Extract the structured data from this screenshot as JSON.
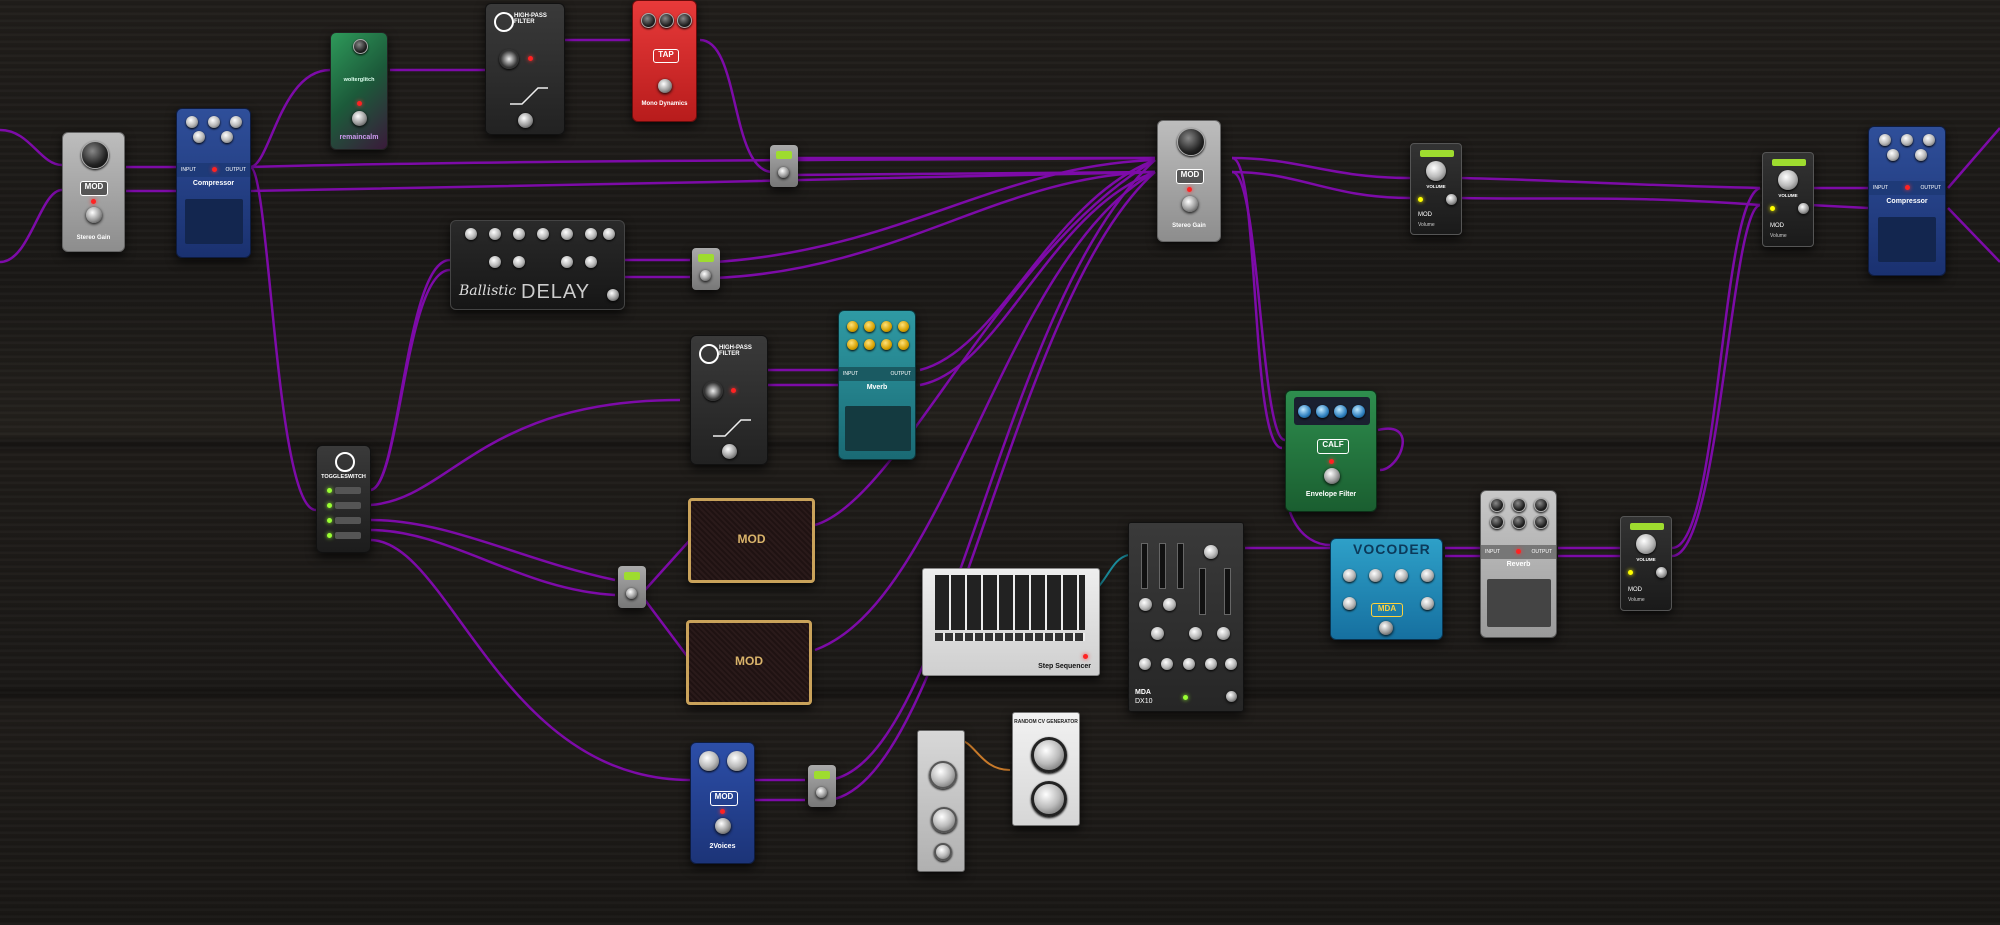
{
  "pedals": {
    "stereo_gain_1": {
      "name": "Stereo Gain",
      "badge": "MOD"
    },
    "compressor_1": {
      "name": "Compressor",
      "input": "INPUT",
      "output": "OUTPUT"
    },
    "remaincalm": {
      "name": "remaincalm",
      "sub": "wolterglitch"
    },
    "hpf_top": {
      "name": "HIGH-PASS FILTER"
    },
    "mono_dynamics": {
      "name": "Mono Dynamics",
      "badge": "TAP"
    },
    "ballistic_delay": {
      "brand": "Ballistic",
      "name": "DELAY"
    },
    "hpf_mid": {
      "name": "HIGH-PASS FILTER"
    },
    "mverb": {
      "name": "Mverb",
      "input": "INPUT",
      "output": "OUTPUT"
    },
    "toggleswitch": {
      "name": "TOGGLESWITCH"
    },
    "cab_1": {
      "logo": "MOD"
    },
    "cab_2": {
      "logo": "MOD"
    },
    "two_voices": {
      "name": "2Voices",
      "badge": "MOD"
    },
    "step_sequencer": {
      "name": "Step Sequencer"
    },
    "mda_dx10": {
      "brand": "MDA",
      "name": "DX10"
    },
    "random_gen": {
      "name": "RANDOM CV GENERATOR"
    },
    "stereo_gain_2": {
      "name": "Stereo Gain",
      "badge": "MOD"
    },
    "volume_1": {
      "name": "Volume",
      "brand": "MOD",
      "knob": "VOLUME"
    },
    "volume_2": {
      "name": "Volume",
      "brand": "MOD",
      "knob": "VOLUME"
    },
    "volume_3": {
      "name": "Volume",
      "brand": "MOD",
      "knob": "VOLUME"
    },
    "compressor_2": {
      "name": "Compressor",
      "input": "INPUT",
      "output": "OUTPUT"
    },
    "envelope_filter": {
      "name": "Envelope Filter",
      "badge": "CALF"
    },
    "mda_vocoder": {
      "name": "VOCODER",
      "badge": "MDA"
    },
    "reverb": {
      "name": "Reverb",
      "input": "INPUT",
      "output": "OUTPUT"
    }
  },
  "colors": {
    "cable": "#7d0ba8",
    "cable_cv": "#c87a2a"
  }
}
